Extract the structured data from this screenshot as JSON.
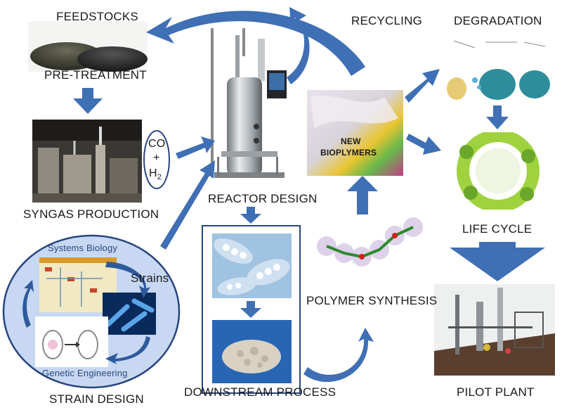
{
  "labels": {
    "feedstocks": "FEEDSTOCKS",
    "pretreatment": "PRE-TREATMENT",
    "syngas": "SYNGAS PRODUCTION",
    "co": "CO",
    "plus": "+",
    "h": "H",
    "h_sub": "2",
    "reactor": "REACTOR DESIGN",
    "recycling": "RECYCLING",
    "degradation": "DEGRADATION",
    "new_bio_1": "NEW",
    "new_bio_2": "BIOPLYMERS",
    "life_cycle": "LIFE CYCLE",
    "systems_biology": "Systems Biology",
    "strains": "Strains",
    "genetic_engineering": "Genetic Engineering",
    "strain_design": "STRAIN DESIGN",
    "downstream": "DOWNSTREAM PROCESS",
    "polymer_synthesis": "POLYMER SYNTHESIS",
    "pilot_plant": "PILOT PLANT"
  },
  "colors": {
    "arrow": "#3f6fb4",
    "arrow_dark": "#2e5a9c",
    "strain_ellipse": "#c8d8f2",
    "strain_border": "#27457e"
  }
}
